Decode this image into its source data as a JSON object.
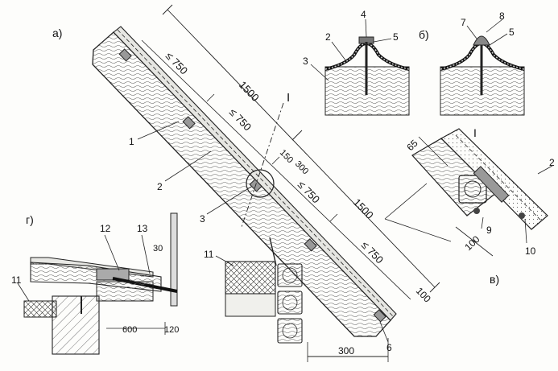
{
  "panels": {
    "a": "а)",
    "b": "б)",
    "v": "в)",
    "g": "г)"
  },
  "section_mark": "I",
  "detail_mark": "I",
  "dims_main": {
    "top_1500": "1500",
    "le750_1": "≤ 750",
    "le750_2": "≤ 750",
    "d150": "150",
    "d300": "300",
    "le750_3": "≤ 750",
    "mid_1500": "1500",
    "le750_4": "≤ 750",
    "d100": "100",
    "bottom_300": "300"
  },
  "dims_detail": {
    "d65": "65",
    "d100": "100"
  },
  "dims_eave": {
    "d30": "30",
    "d600": "600",
    "d120": "120"
  },
  "callouts_main": {
    "c1": "1",
    "c2": "2",
    "c3": "3",
    "c6": "6",
    "c11": "11"
  },
  "callouts_b": {
    "c2": "2",
    "c3": "3",
    "c4": "4",
    "c5a": "5",
    "c7": "7",
    "c8": "8",
    "c5b": "5"
  },
  "callouts_v": {
    "c2": "2",
    "c9": "9",
    "c10": "10"
  },
  "callouts_g": {
    "c11": "11",
    "c12": "12",
    "c13": "13"
  }
}
